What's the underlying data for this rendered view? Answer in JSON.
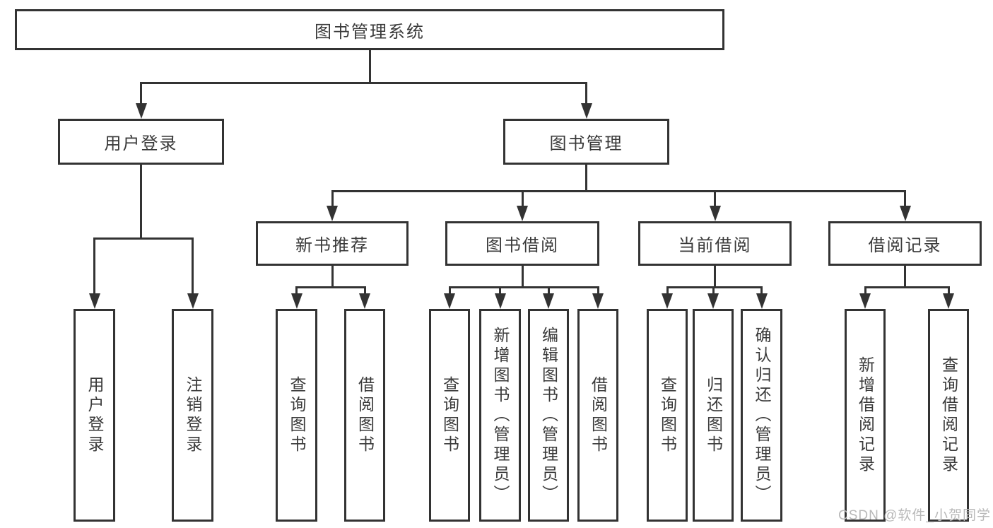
{
  "diagram_title": "图书管理系统",
  "watermark": "CSDN @软件_小贺同学",
  "colors": {
    "line": "#333333",
    "text": "#3a3a3a",
    "background": "#ffffff",
    "watermark": "#b9b9b9"
  },
  "tree": {
    "label": "图书管理系统",
    "children": [
      {
        "label": "用户登录",
        "children": [
          {
            "label": "用户登录"
          },
          {
            "label": "注销登录"
          }
        ]
      },
      {
        "label": "图书管理",
        "children": [
          {
            "label": "新书推荐",
            "children": [
              {
                "label": "查询图书"
              },
              {
                "label": "借阅图书"
              }
            ]
          },
          {
            "label": "图书借阅",
            "children": [
              {
                "label": "查询图书"
              },
              {
                "label": "新增图书（管理员）"
              },
              {
                "label": "编辑图书（管理员）"
              },
              {
                "label": "借阅图书"
              }
            ]
          },
          {
            "label": "当前借阅",
            "children": [
              {
                "label": "查询图书"
              },
              {
                "label": "归还图书"
              },
              {
                "label": "确认归还（管理员）"
              }
            ]
          },
          {
            "label": "借阅记录",
            "children": [
              {
                "label": "新增借阅记录"
              },
              {
                "label": "查询借阅记录"
              }
            ]
          }
        ]
      }
    ]
  }
}
